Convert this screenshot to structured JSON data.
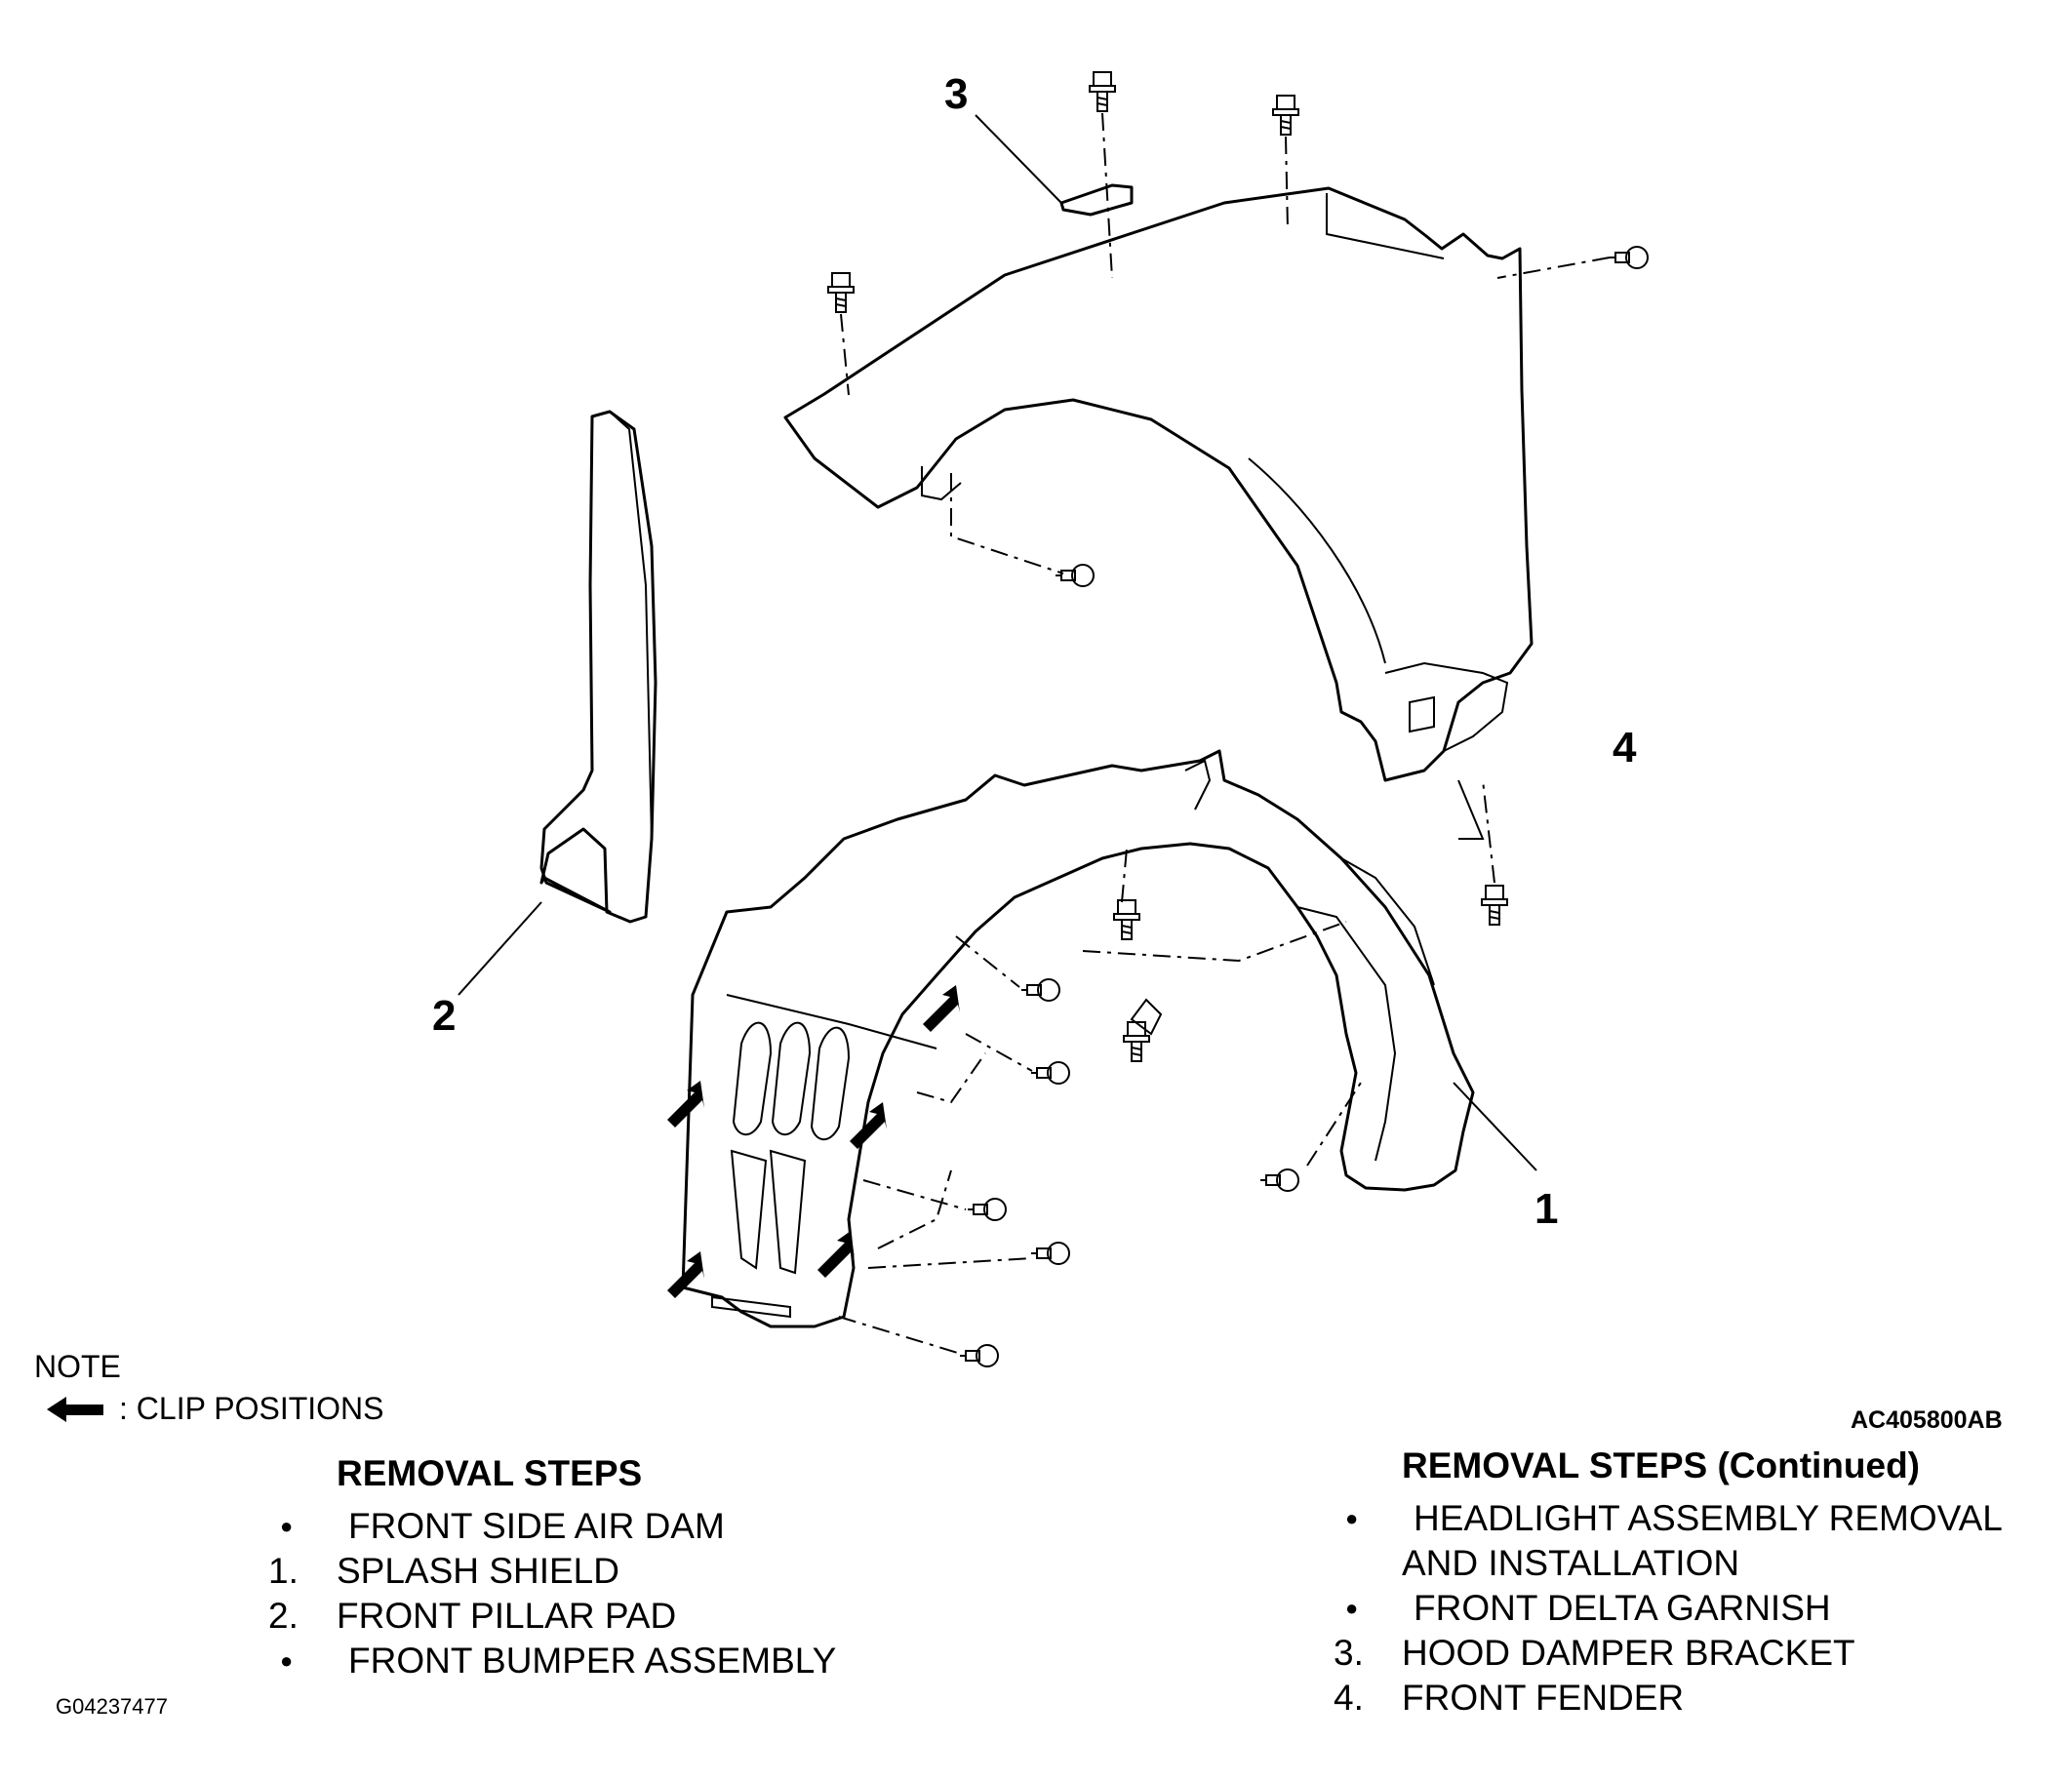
{
  "callouts": {
    "c1": "1",
    "c2": "2",
    "c3": "3",
    "c4": "4"
  },
  "note": {
    "heading": "NOTE",
    "legend_text": ": CLIP POSITIONS"
  },
  "image_code": "AC405800AB",
  "figure_id": "G04237477",
  "removal_steps": {
    "title": "REMOVAL STEPS",
    "items": [
      {
        "marker": "●",
        "text": "FRONT SIDE AIR DAM"
      },
      {
        "marker": "1.",
        "text": "SPLASH SHIELD"
      },
      {
        "marker": "2.",
        "text": "FRONT PILLAR PAD"
      },
      {
        "marker": "●",
        "text": "FRONT BUMPER ASSEMBLY"
      }
    ]
  },
  "removal_steps_continued": {
    "title": "REMOVAL STEPS (Continued)",
    "items": [
      {
        "marker": "●",
        "text": "HEADLIGHT ASSEMBLY REMOVAL"
      },
      {
        "marker": "",
        "text": "AND INSTALLATION"
      },
      {
        "marker": "●",
        "text": "FRONT DELTA GARNISH"
      },
      {
        "marker": "3.",
        "text": "HOOD DAMPER BRACKET"
      },
      {
        "marker": "4.",
        "text": "FRONT FENDER"
      }
    ]
  }
}
